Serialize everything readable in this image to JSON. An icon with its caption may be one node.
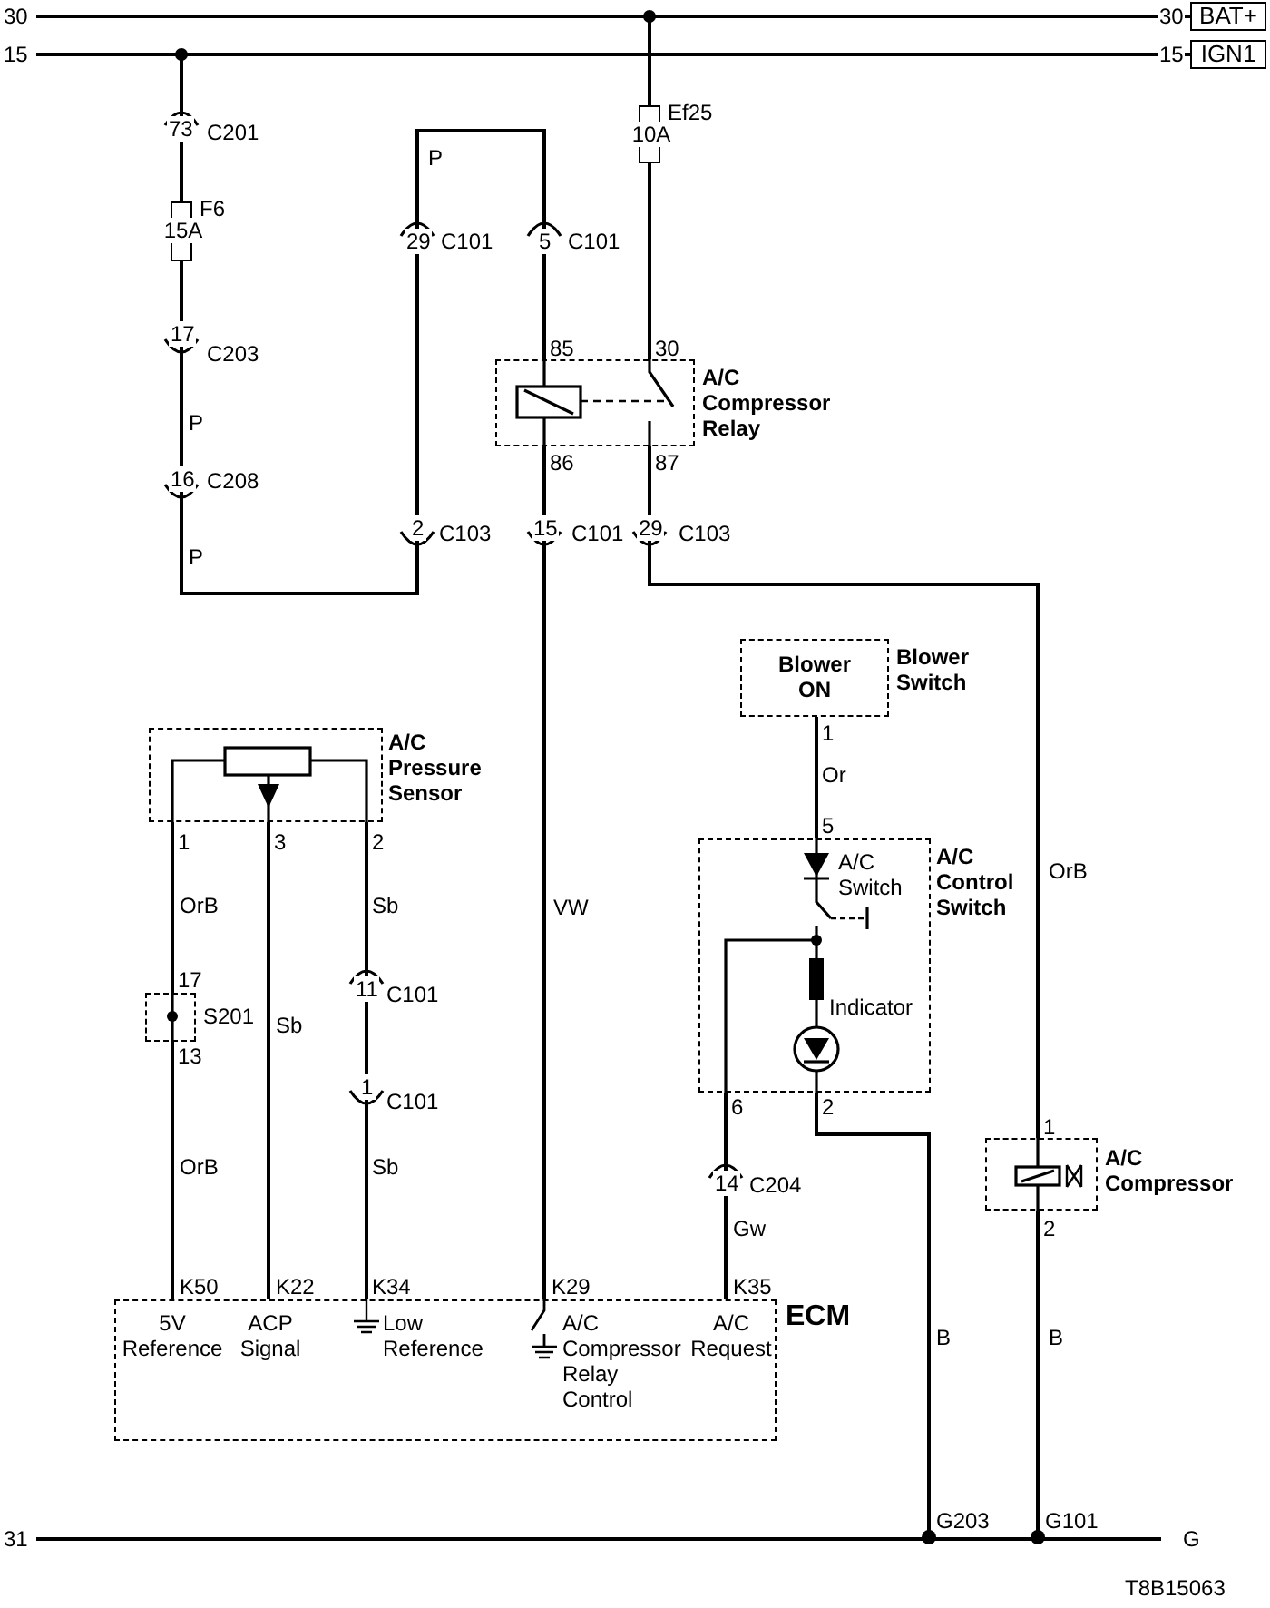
{
  "diagram": {
    "nodes": [
      {
        "text": [
          "BAT+"
        ]
      },
      {
        "text": [
          "IGN1"
        ]
      },
      {
        "text": [
          "10A"
        ],
        "beside": [
          "Ef25"
        ]
      },
      {
        "text": [
          "15A"
        ],
        "beside": [
          "F6"
        ]
      },
      {
        "text": [
          "A/C Compressor Relay"
        ]
      },
      {
        "text": [
          "Blower ON",
          "Blower Switch"
        ]
      },
      {
        "text": [
          "A/C Pressure Sensor"
        ]
      },
      {
        "text": [
          "A/C Control Switch"
        ]
      },
      {
        "text": [
          "S201"
        ]
      },
      {
        "text": [
          "A/C Compressor"
        ]
      },
      {
        "text": [
          "ECM"
        ]
      },
      {
        "text": [],
        "shape": "bar",
        "beside": [
          "31",
          "G"
        ]
      }
    ],
    "edges": [
      {
        "from": 0,
        "to": 2,
        "arrow": "none"
      },
      {
        "from": 2,
        "to": 4,
        "arrow": "none"
      },
      {
        "from": 1,
        "to": 3,
        "arrow": "none"
      },
      {
        "from": 3,
        "to": 4,
        "arrow": "none",
        "label": "P"
      },
      {
        "from": 4,
        "to": 10,
        "arrow": "none",
        "label": "VW"
      },
      {
        "from": 4,
        "to": 9,
        "arrow": "none",
        "label": "OrB"
      },
      {
        "from": 9,
        "to": 11,
        "arrow": "other",
        "label": "B"
      },
      {
        "from": 5,
        "to": 7,
        "arrow": "none",
        "label": "Or"
      },
      {
        "from": 7,
        "to": 10,
        "arrow": "none",
        "label": "Gw"
      },
      {
        "from": 7,
        "to": 11,
        "arrow": "other",
        "label": "B"
      },
      {
        "from": 6,
        "to": 8,
        "arrow": "none",
        "label": "OrB"
      },
      {
        "from": 8,
        "to": 10,
        "arrow": "none",
        "label": "OrB"
      },
      {
        "from": 6,
        "to": 10,
        "arrow": "none",
        "label": "Sb"
      },
      {
        "from": 6,
        "to": 10,
        "arrow": "none",
        "label": "Sb"
      }
    ],
    "labels": [
      "30",
      "30",
      "15",
      "15",
      "73",
      "C201",
      "P",
      "29",
      "C101",
      "5",
      "C101",
      "17",
      "C203",
      "85",
      "30",
      "86",
      "87",
      "16",
      "C208",
      "2",
      "C103",
      "15",
      "C101",
      "29",
      "C103",
      "P",
      "1",
      "5",
      "1",
      "3",
      "2",
      "A/C Switch",
      "17",
      "11",
      "C101",
      "Indicator",
      "13",
      "1",
      "C101",
      "6",
      "2",
      "1",
      "Sb",
      "14",
      "C204",
      "2",
      "K50",
      "K22",
      "K34",
      "K29",
      "K35",
      "5V Reference",
      "ACP Signal",
      "Low Reference",
      "A/C Compressor Relay Control",
      "A/C Request",
      "G203",
      "G101",
      "T8B15063"
    ]
  }
}
